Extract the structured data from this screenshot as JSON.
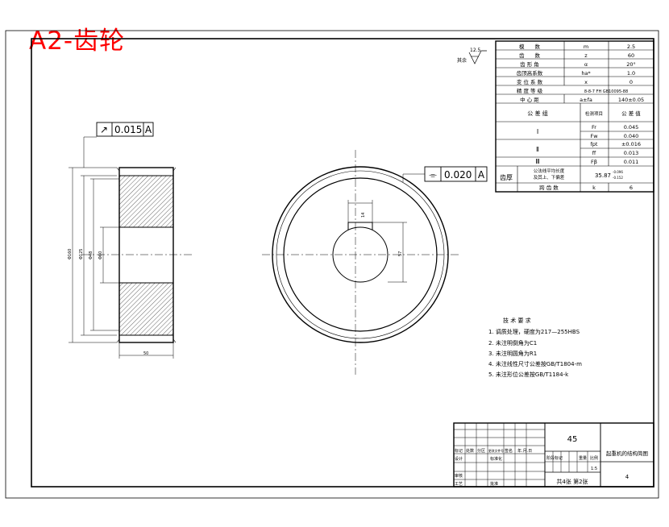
{
  "title": "A2-齿轮",
  "surface_finish": {
    "value": "12.5",
    "prefix": "其余"
  },
  "gear_table": [
    {
      "name": "模　　数",
      "symbol": "m",
      "value": "2.5"
    },
    {
      "name": "齿　　数",
      "symbol": "z",
      "value": "60"
    },
    {
      "name": "齿 形 角",
      "symbol": "α",
      "value": "20°"
    },
    {
      "name": "齿顶高系数",
      "symbol": "ha*",
      "value": "1.0"
    },
    {
      "name": "变 位 系 数",
      "symbol": "x",
      "value": "0"
    },
    {
      "name": "精 度 等 级",
      "symbol": "",
      "value": "8-8-7 FH GB10095-88"
    },
    {
      "name": "中 心 距",
      "symbol": "a±fa",
      "value": "140±0.05"
    }
  ],
  "tolerance_header": {
    "group": "公 差 组",
    "item": "检测项目",
    "value": "公 差 值"
  },
  "tolerance_rows": [
    {
      "group": "Ⅰ",
      "item": "Fr",
      "value": "0.045"
    },
    {
      "group": "",
      "item": "Fw",
      "value": "0.040"
    },
    {
      "group": "Ⅱ",
      "item": "fpt",
      "value": "±0.016"
    },
    {
      "group": "",
      "item": "ff",
      "value": "0.013"
    },
    {
      "group": "Ⅲ",
      "item": "Fβ",
      "value": "0.011"
    }
  ],
  "tooth_thickness": {
    "label": "齿厚",
    "desc_line1": "公法线平均长度",
    "desc_line2": "及其上、下偏差",
    "value": "35.87",
    "sup": "-0.096",
    "sub": "-0.152"
  },
  "dimension_row": {
    "label": "跨 齿 数",
    "symbol": "k",
    "value": "6"
  },
  "callouts": {
    "runout": {
      "symbol": "↗",
      "value": "0.015",
      "datum": "A"
    },
    "symmetry": {
      "symbol": "⌯",
      "value": "0.020",
      "datum": "A"
    }
  },
  "dimensions": {
    "od": "Φ160",
    "d1": "Φ125",
    "d2": "Φ48",
    "d3": "Φ60",
    "width": "50",
    "keyway_width": "14",
    "keyway_depth": "57"
  },
  "tech_requirements": {
    "heading": "技 术 要 求",
    "items": [
      "1. 调质处理，硬度为217—255HBS",
      "2. 未注明倒角为C1",
      "3. 未注明圆角为R1",
      "4. 未注线性尺寸公差按GB/T1804-m",
      "5. 未注形位公差按GB/T1184-k"
    ]
  },
  "title_block": {
    "material": "45",
    "drawing_name": "起重机的结构简图",
    "drawing_no": "4",
    "scale": "1:5",
    "row1_labels": [
      "标记",
      "处数",
      "分区",
      "更改文件号",
      "签名",
      "年.月.日"
    ],
    "row2_labels": [
      "设计",
      "",
      "标准化"
    ],
    "row3_labels": [
      "审核"
    ],
    "row4_labels": [
      "工艺",
      "",
      "批准"
    ],
    "stage_labels": [
      "阶段标记",
      "重量",
      "比例"
    ],
    "sheets": "共4张  第2张"
  }
}
